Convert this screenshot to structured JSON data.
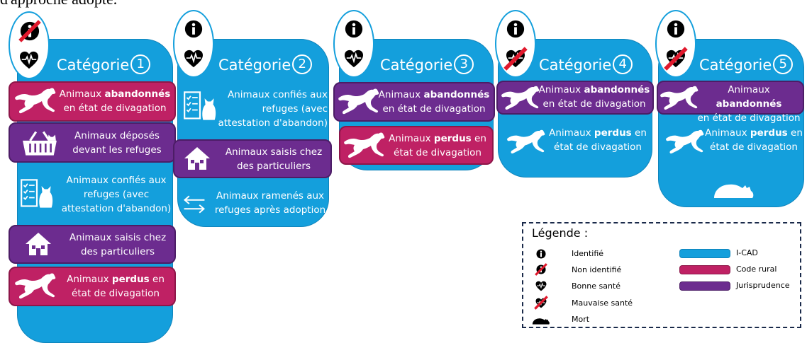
{
  "intro_text": "d'approche adopté.",
  "colors": {
    "icad": "#149fdc",
    "code_rural": "#bf2164",
    "jurisprudence": "#6c2c8f"
  },
  "columns": [
    {
      "title": "Catégorie",
      "number": "1",
      "status_icons": [
        "non-identifie-icon",
        "bonne-sante-icon"
      ]
    },
    {
      "title": "Catégorie",
      "number": "2",
      "status_icons": [
        "identifie-icon",
        "bonne-sante-icon"
      ]
    },
    {
      "title": "Catégorie",
      "number": "3",
      "status_icons": [
        "identifie-icon",
        "bonne-sante-icon"
      ]
    },
    {
      "title": "Catégorie",
      "number": "4",
      "status_icons": [
        "identifie-icon",
        "mauvaise-sante-icon"
      ]
    },
    {
      "title": "Catégorie",
      "number": "5",
      "status_icons": [
        "identifie-icon",
        "mauvaise-sante-icon"
      ]
    }
  ],
  "items": {
    "c1_abandonnes": {
      "pre": "Animaux ",
      "bold": "abandonnés",
      "post": "en état de divagation",
      "category": "code_rural",
      "icon": "running-dog-icon"
    },
    "c1_deposes": {
      "line1": "Animaux déposés",
      "line2": "devant les refuges",
      "category": "jurisprudence",
      "icon": "basket-icon"
    },
    "c1_confies": {
      "line1": "Animaux confiés aux",
      "line2": "refuges (avec",
      "line3": "attestation d'abandon)",
      "category": "icad",
      "icon": "document-cat-icon"
    },
    "c1_saisis": {
      "line1": "Animaux saisis chez",
      "line2": "des particuliers",
      "category": "jurisprudence",
      "icon": "house-icon"
    },
    "c1_perdus": {
      "pre": "Animaux ",
      "bold": "perdus",
      "post1": " en",
      "post2": "état de divagation",
      "category": "code_rural",
      "icon": "running-dog-icon"
    },
    "c2_confies": {
      "line1": "Animaux confiés aux",
      "line2": "refuges (avec",
      "line3": "attestation d'abandon)",
      "category": "icad",
      "icon": "document-cat-icon"
    },
    "c2_saisis": {
      "line1": "Animaux saisis chez",
      "line2": "des particuliers",
      "category": "jurisprudence",
      "icon": "house-icon"
    },
    "c2_ramenes": {
      "line1": "Animaux ramenés aux",
      "line2": "refuges après adoption",
      "category": "icad",
      "icon": "exchange-arrows-icon"
    },
    "c3_abandonnes": {
      "pre": "Animaux ",
      "bold": "abandonnés",
      "post": "en état de divagation",
      "category": "jurisprudence",
      "icon": "running-dog-icon"
    },
    "c3_perdus": {
      "pre": "Animaux ",
      "bold": "perdus",
      "post1": " en",
      "post2": "état de divagation",
      "category": "code_rural",
      "icon": "running-dog-icon"
    },
    "c4_abandonnes": {
      "pre": "Animaux ",
      "bold": "abandonnés",
      "post": "en état de divagation",
      "category": "jurisprudence",
      "icon": "running-dog-icon"
    },
    "c4_perdus": {
      "pre": "Animaux ",
      "bold": "perdus",
      "post1": " en",
      "post2": "état de divagation",
      "category": "icad",
      "icon": "running-dog-icon"
    },
    "c5_abandonnes": {
      "pre": "Animaux ",
      "bold": "abandonnés",
      "post": "en état de divagation",
      "category": "jurisprudence",
      "icon": "running-dog-icon"
    },
    "c5_perdus": {
      "pre": "Animaux ",
      "bold": "perdus",
      "post1": " en",
      "post2": "état de divagation",
      "category": "icad",
      "icon": "running-dog-icon"
    },
    "c5_mort": {
      "icon": "dead-animal-icon"
    }
  },
  "legend": {
    "title": "Légende :",
    "symbols": [
      {
        "label": "Identifié",
        "icon": "identifie-icon"
      },
      {
        "label": "Non identifié",
        "icon": "non-identifie-icon"
      },
      {
        "label": "Bonne santé",
        "icon": "bonne-sante-icon"
      },
      {
        "label": "Mauvaise santé",
        "icon": "mauvaise-sante-icon"
      },
      {
        "label": "Mort",
        "icon": "dead-animal-icon"
      }
    ],
    "categories": [
      {
        "label": "I-CAD",
        "color": "#149fdc"
      },
      {
        "label": "Code rural",
        "color": "#bf2164"
      },
      {
        "label": "Jurisprudence",
        "color": "#6c2c8f"
      }
    ]
  }
}
